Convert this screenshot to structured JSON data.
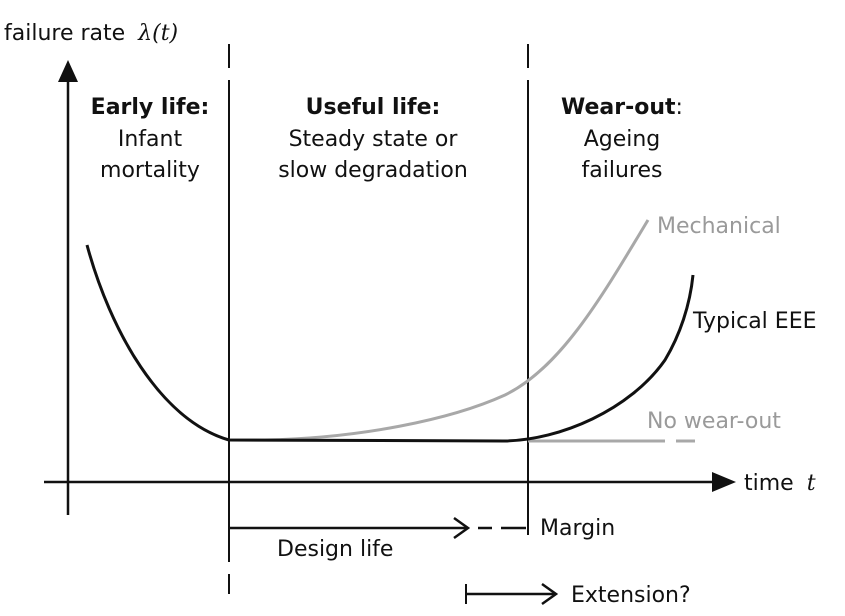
{
  "axes": {
    "y_label": "failure rate",
    "y_symbol": "λ(t)",
    "x_label": "time",
    "x_symbol": "t"
  },
  "regions": {
    "early": {
      "title": "Early life:",
      "line1": "Infant",
      "line2": "mortality"
    },
    "useful": {
      "title": "Useful life:",
      "line1": "Steady state or",
      "line2": "slow degradation"
    },
    "wearout": {
      "title": "Wear-out",
      "title_colon": ":",
      "line1": "Ageing",
      "line2": "failures"
    }
  },
  "curves": {
    "mechanical": {
      "label": "Mechanical",
      "color": "#9a9a9a"
    },
    "typical_eee": {
      "label": "Typical EEE",
      "color": "#111111"
    },
    "no_wearout": {
      "label": "No wear-out",
      "color": "#9a9a9a"
    }
  },
  "annotations": {
    "design_life": "Design life",
    "margin": "Margin",
    "extension": "Extension?"
  }
}
